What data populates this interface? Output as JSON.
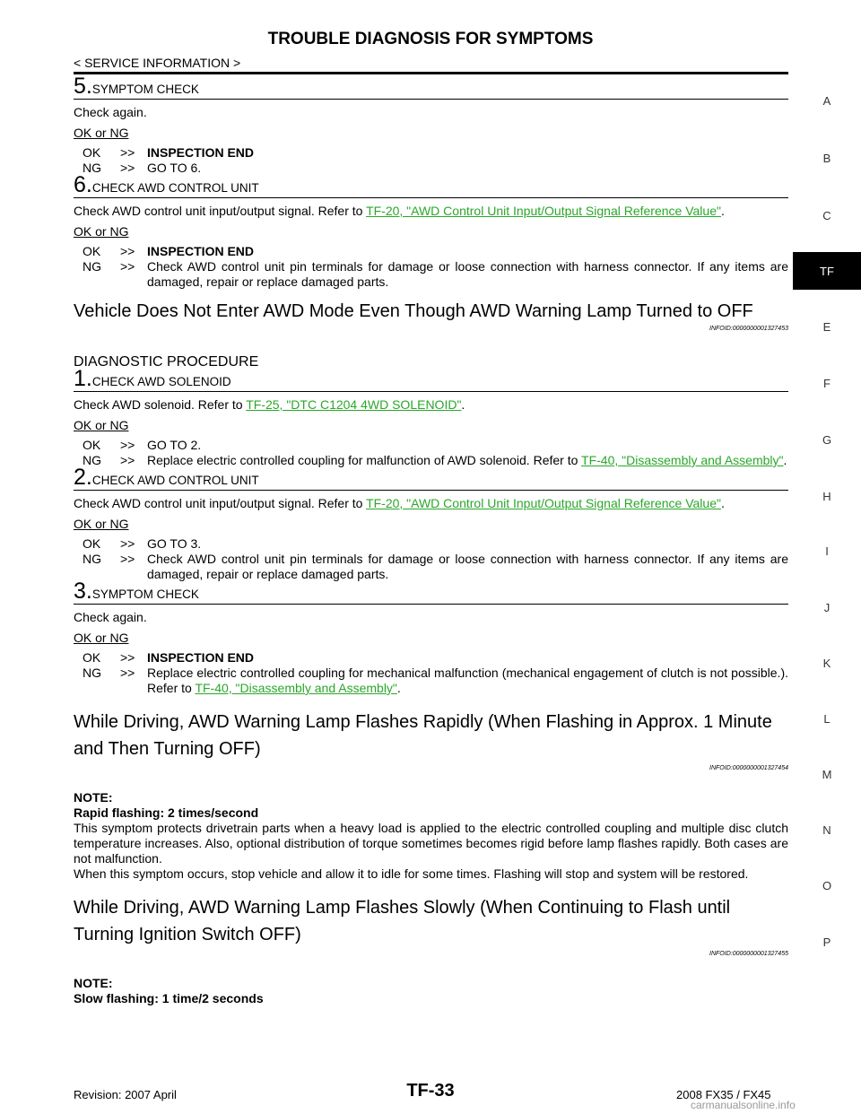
{
  "header": {
    "title": "TROUBLE DIAGNOSIS FOR SYMPTOMS",
    "breadcrumb": "< SERVICE INFORMATION >"
  },
  "sidebar": {
    "letters": [
      "A",
      "B",
      "C",
      "TF",
      "E",
      "F",
      "G",
      "H",
      "I",
      "J",
      "K",
      "L",
      "M",
      "N",
      "O",
      "P"
    ],
    "active": "TF"
  },
  "section0": {
    "s5_num": "5.",
    "s5_label": "SYMPTOM CHECK",
    "s5_text": "Check again.",
    "okng": "OK or NG",
    "s5_ok": "INSPECTION END",
    "s5_ng": "GO TO 6.",
    "s6_num": "6.",
    "s6_label": "CHECK AWD CONTROL UNIT",
    "s6_text_pre": "Check AWD control unit input/output signal. Refer to ",
    "s6_link": "TF-20, \"AWD Control Unit Input/Output Signal Reference Value\"",
    "s6_ok": "INSPECTION END",
    "s6_ng": "Check AWD control unit pin terminals for damage or loose connection with harness connector. If any items are damaged, repair or replace damaged parts."
  },
  "section1": {
    "title": "Vehicle Does Not Enter AWD Mode Even Though AWD Warning Lamp Turned to OFF",
    "infoid": "INFOID:0000000001327453",
    "diag": "DIAGNOSTIC PROCEDURE",
    "s1_num": "1.",
    "s1_label": "CHECK AWD SOLENOID",
    "s1_text_pre": "Check AWD solenoid. Refer to ",
    "s1_link": "TF-25, \"DTC C1204 4WD SOLENOID\"",
    "s1_ok": "GO TO 2.",
    "s1_ng_pre": "Replace electric controlled coupling for malfunction of AWD solenoid. Refer to ",
    "s1_ng_link": "TF-40, \"Disassembly and Assembly\"",
    "s2_num": "2.",
    "s2_label": "CHECK AWD CONTROL UNIT",
    "s2_text_pre": "Check AWD control unit input/output signal. Refer to ",
    "s2_link": "TF-20, \"AWD Control Unit Input/Output Signal Reference Value\"",
    "s2_ok": "GO TO 3.",
    "s2_ng": "Check AWD control unit pin terminals for damage or loose connection with harness connector. If any items are damaged, repair or replace damaged parts.",
    "s3_num": "3.",
    "s3_label": "SYMPTOM CHECK",
    "s3_text": "Check again.",
    "s3_ok": "INSPECTION END",
    "s3_ng_pre": "Replace electric controlled coupling for mechanical malfunction (mechanical engagement of clutch is not possible.). Refer to ",
    "s3_ng_link": "TF-40, \"Disassembly and Assembly\""
  },
  "section2": {
    "title": "While Driving, AWD Warning Lamp Flashes Rapidly (When Flashing in Approx. 1 Minute and Then Turning OFF)",
    "infoid": "INFOID:0000000001327454",
    "note_label": "NOTE:",
    "note_bold": "Rapid flashing: 2 times/second",
    "note_p1": "This symptom protects drivetrain parts when a heavy load is applied to the electric controlled coupling and multiple disc clutch temperature increases. Also, optional distribution of torque sometimes becomes rigid before lamp flashes rapidly. Both cases are not malfunction.",
    "note_p2": "When this symptom occurs, stop vehicle and allow it to idle for some times. Flashing will stop and system will be restored."
  },
  "section3": {
    "title": "While Driving, AWD Warning Lamp Flashes Slowly (When Continuing to Flash until Turning Ignition Switch OFF)",
    "infoid": "INFOID:0000000001327455",
    "note_label": "NOTE:",
    "note_bold": "Slow flashing: 1 time/2 seconds"
  },
  "labels": {
    "ok": "OK",
    "ng": "NG",
    "arrow": ">>",
    "period": "."
  },
  "footer": {
    "page": "TF-33",
    "revision": "Revision: 2007 April",
    "model": "2008 FX35 / FX45",
    "watermark": "carmanualsonline.info"
  }
}
